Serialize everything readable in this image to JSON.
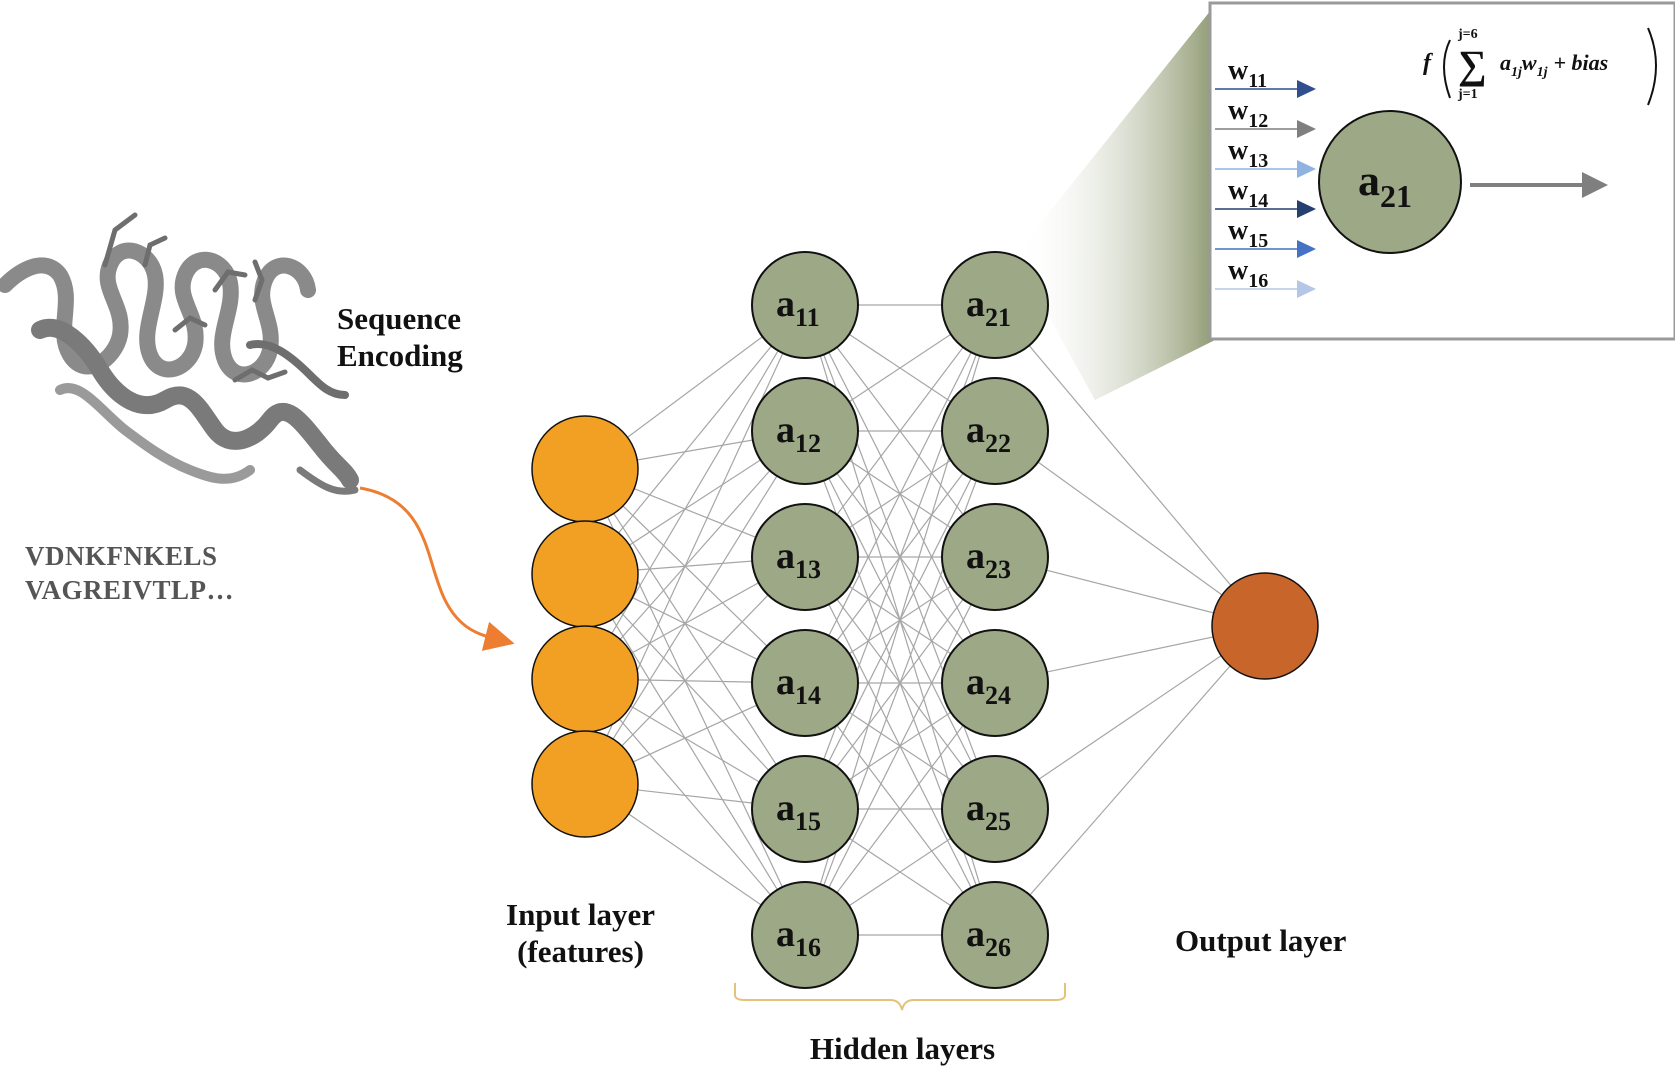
{
  "labels": {
    "sequence_encoding_line1": "Sequence",
    "sequence_encoding_line2": "Encoding",
    "sequence_line1": "VDNKFNKELS",
    "sequence_line2": "VAGREIVTLP…",
    "input_layer_line1": "Input layer",
    "input_layer_line2": "(features)",
    "hidden_layers": "Hidden layers",
    "output_layer": "Output layer"
  },
  "hidden_layer_1": [
    {
      "base": "a",
      "sub": "11"
    },
    {
      "base": "a",
      "sub": "12"
    },
    {
      "base": "a",
      "sub": "13"
    },
    {
      "base": "a",
      "sub": "14"
    },
    {
      "base": "a",
      "sub": "15"
    },
    {
      "base": "a",
      "sub": "16"
    }
  ],
  "hidden_layer_2": [
    {
      "base": "a",
      "sub": "21"
    },
    {
      "base": "a",
      "sub": "22"
    },
    {
      "base": "a",
      "sub": "23"
    },
    {
      "base": "a",
      "sub": "24"
    },
    {
      "base": "a",
      "sub": "25"
    },
    {
      "base": "a",
      "sub": "26"
    }
  ],
  "input_node_count": 4,
  "output_node_count": 1,
  "inset": {
    "node": {
      "base": "a",
      "sub": "21"
    },
    "weights": [
      {
        "base": "w",
        "sub": "11",
        "arrow_color": "#2f4f8f"
      },
      {
        "base": "w",
        "sub": "12",
        "arrow_color": "#7f7f7f"
      },
      {
        "base": "w",
        "sub": "13",
        "arrow_color": "#8fb4e3"
      },
      {
        "base": "w",
        "sub": "14",
        "arrow_color": "#24406e"
      },
      {
        "base": "w",
        "sub": "15",
        "arrow_color": "#4472c4"
      },
      {
        "base": "w",
        "sub": "16",
        "arrow_color": "#b4c7e7"
      }
    ],
    "formula": {
      "f": "f",
      "sum_top": "j=6",
      "sum_bottom": "j=1",
      "sigma": "∑",
      "term_a": "a",
      "term_a_sub": "1j",
      "term_w": "w",
      "term_w_sub": "1j",
      "plus_bias": "+ bias"
    }
  },
  "colors": {
    "input_node": "#f2a024",
    "hidden_node": "#9ca886",
    "output_node": "#c8652b",
    "connection": "#a6a6a6",
    "arrow_orange": "#ed7d31",
    "brace": "#e3c27a",
    "inset_border": "#9a9a9a",
    "protein": "#808080"
  }
}
